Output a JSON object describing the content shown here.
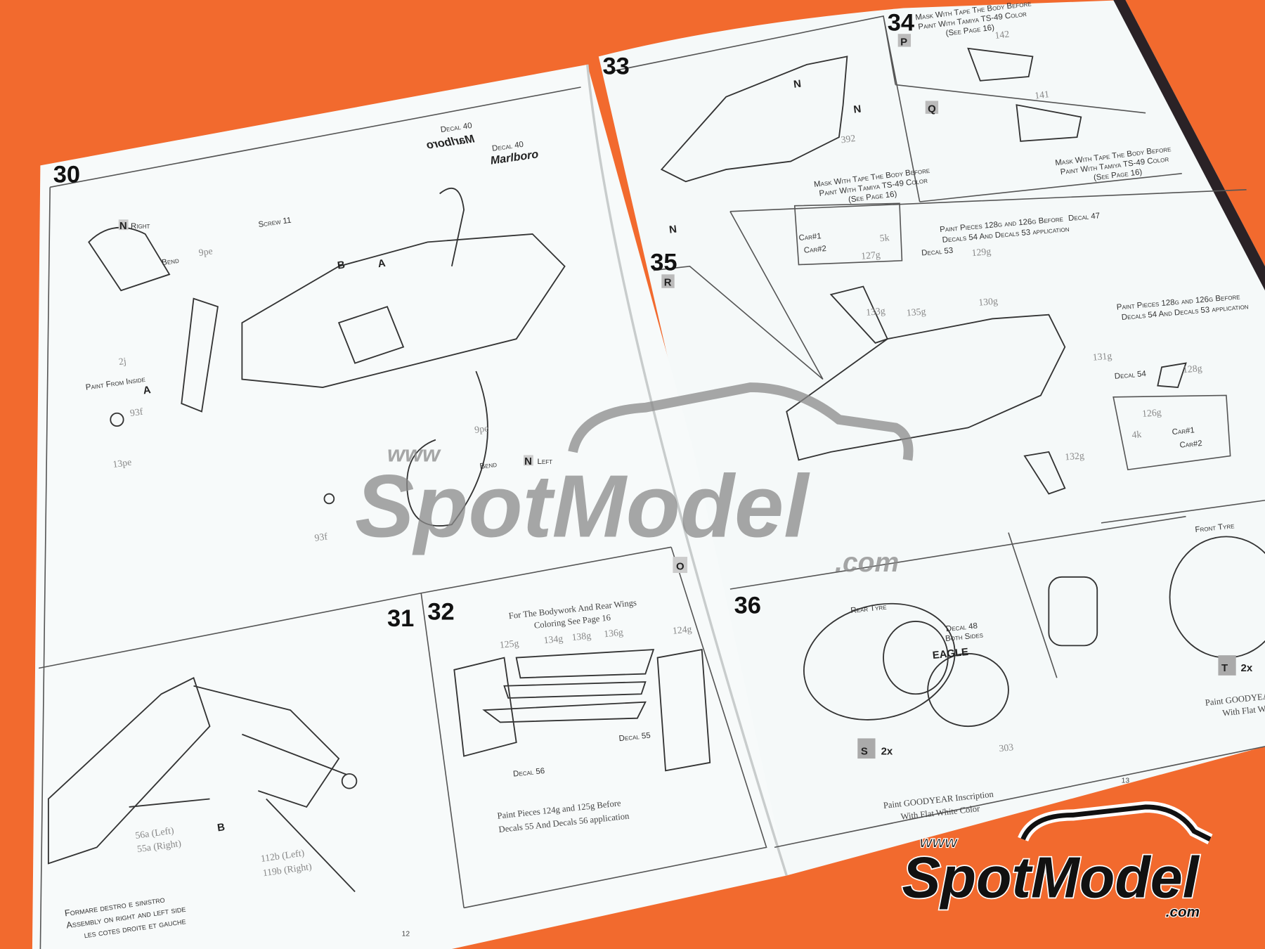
{
  "colors": {
    "background": "#f26a2e",
    "paper": "#f7fafa",
    "ink": "#222222",
    "watermark": "#8a8a8a"
  },
  "left_page": {
    "page_number": "12",
    "step30": {
      "number": "30",
      "letter_n_right": "N",
      "right": "Right",
      "left_label": "N",
      "left": "Left",
      "labels": [
        "Decal 40",
        "Decal 40",
        "Screw 11",
        "Bend",
        "9pe",
        "Paint From Inside",
        "93f",
        "13pe",
        "Bend",
        "9pe",
        "93f",
        "A",
        "B",
        "A",
        "2j"
      ],
      "logo_text": "Marlboro"
    },
    "step31": {
      "number": "31",
      "labels": [
        "56a (Left)",
        "55a (Right)",
        "B",
        "112b (Left)",
        "119b (Right)"
      ],
      "footnote": [
        "Formare destro e sinistro",
        "Assembly on right and left side",
        "les cotes droite et gauche"
      ]
    },
    "step32": {
      "number": "32",
      "letter": "O",
      "note": [
        "For The Bodywork And Rear Wings",
        "Coloring See Page 16"
      ],
      "parts": [
        "125g",
        "134g",
        "138g",
        "136g",
        "124g"
      ],
      "labels": [
        "Decal 56",
        "Decal 55"
      ],
      "paint_note": [
        "Paint Pieces 124g and 125g Before",
        "Decals 55 And Decals 56 application"
      ]
    }
  },
  "right_page": {
    "page_number": "13",
    "step33": {
      "number": "33",
      "note": [
        "Mask With Tape The Body Before",
        "Paint With Tamiya TS-49 Color",
        "(See Page 16)"
      ],
      "part": "392",
      "markers": [
        "N",
        "N",
        "N"
      ]
    },
    "step34": {
      "number": "34",
      "letter_p": "P",
      "letter_q": "Q",
      "note": [
        "Mask With Tape The Body Before",
        "Paint With Tamiya TS-49 Color",
        "(See Page 16)"
      ],
      "note2": [
        "Mask With Tape The Body Before",
        "Paint With Tamiya TS-49 Color",
        "(See Page 16)"
      ],
      "parts": [
        "142",
        "141"
      ]
    },
    "step35": {
      "number": "35",
      "letter": "R",
      "inset1": {
        "car1": "Car#1",
        "car2": "Car#2",
        "parts": [
          "127g",
          "5k"
        ]
      },
      "paint_note": [
        "Paint Pieces 128g and 126g Before",
        "Decals 54 And Decals 53 application"
      ],
      "paint_note2": [
        "Paint Pieces 128g and 126g Before",
        "Decals 54 And Decals 53 application"
      ],
      "labels": [
        "Decal 53",
        "Decal 47",
        "Decal 54"
      ],
      "parts": [
        "129g",
        "133g",
        "135g",
        "130g",
        "131g",
        "128g",
        "132g"
      ],
      "inset2": {
        "car1": "Car#1",
        "car2": "Car#2",
        "parts": [
          "126g",
          "4k"
        ]
      }
    },
    "step36": {
      "number": "36",
      "rear_tyre": "Rear Tyre",
      "front_tyre": "Front Tyre",
      "decal": [
        "Decal 48",
        "Both Sides"
      ],
      "tyre_brand": "EAGLE",
      "part": "303",
      "letter_s": "S",
      "qty_s": "2x",
      "letter_t": "T",
      "qty_t": "2x",
      "paint_note": [
        "Paint GOODYEAR Inscription",
        "With Flat White Color"
      ],
      "paint_note2": [
        "Paint GOODYEAR",
        "With Flat W"
      ]
    }
  },
  "watermark": {
    "www": "www",
    "brand": "SpotModel",
    "com": ".com"
  },
  "logo": {
    "www": "www",
    "brand": "SpotModel",
    "com": ".com"
  }
}
